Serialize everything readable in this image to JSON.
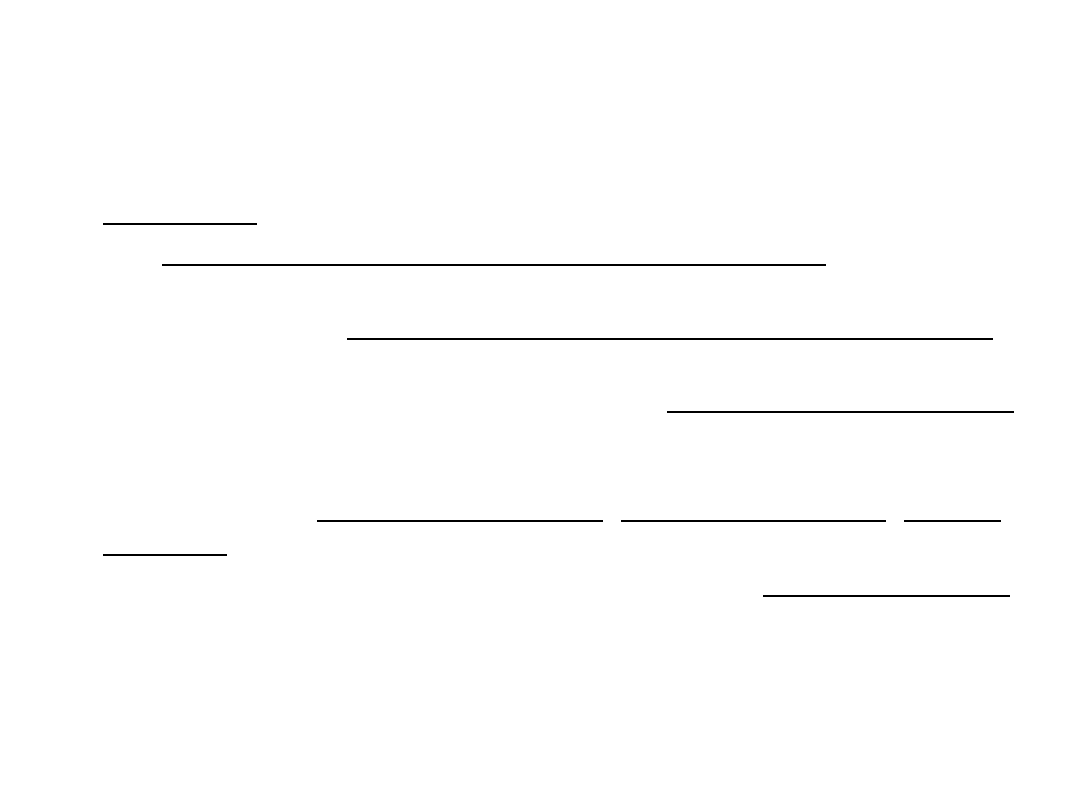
{
  "document": {
    "background": "#ffffff",
    "line_color": "#000000",
    "blanks": [
      {
        "id": "b1",
        "value": ""
      },
      {
        "id": "b2",
        "value": ""
      },
      {
        "id": "b3",
        "value": ""
      },
      {
        "id": "b4",
        "value": ""
      },
      {
        "id": "b5",
        "value": ""
      },
      {
        "id": "b6",
        "value": ""
      },
      {
        "id": "b7",
        "value": ""
      },
      {
        "id": "b8",
        "value": ""
      },
      {
        "id": "b9",
        "value": ""
      }
    ]
  }
}
